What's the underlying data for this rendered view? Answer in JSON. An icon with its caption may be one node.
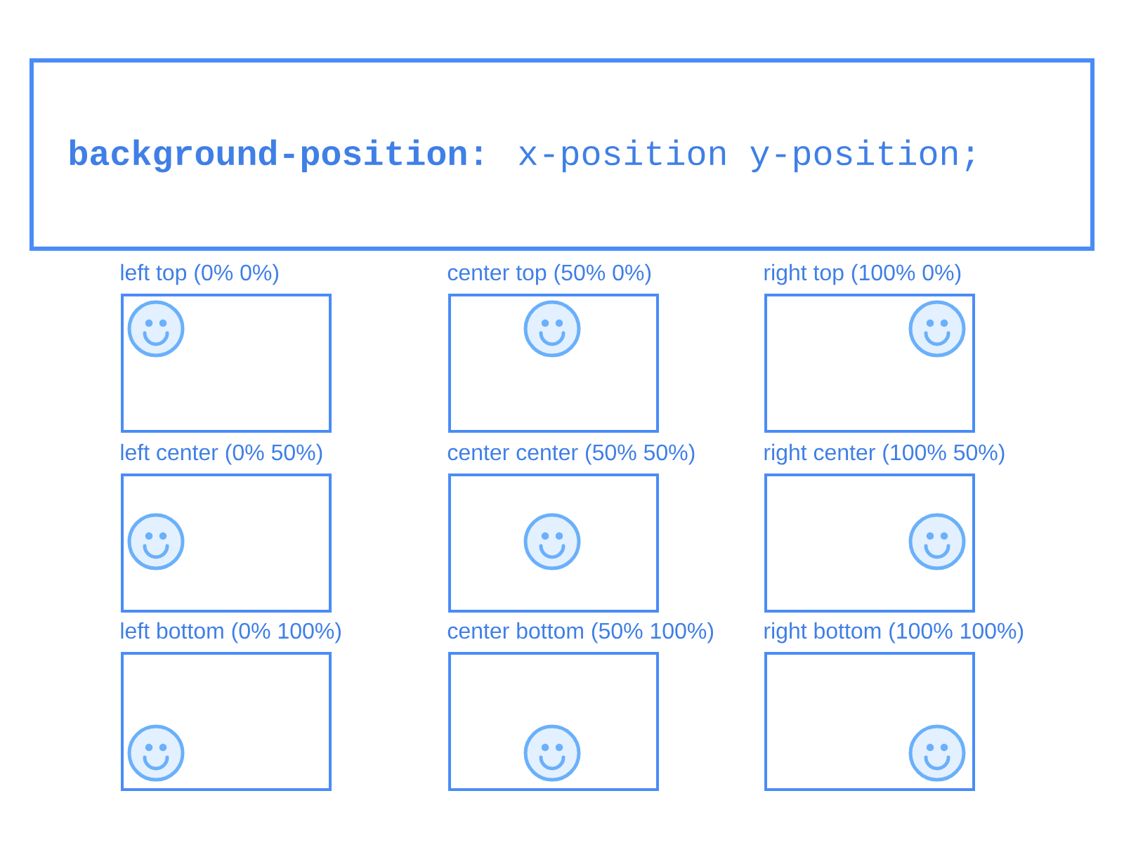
{
  "diagram": {
    "nodes": [
      {
        "text": [
          "**background-position:** x-position y-position;"
        ]
      },
      {
        "text": [
          "left top (0% 0%)"
        ]
      },
      {
        "text": [
          "center top (50% 0%)"
        ]
      },
      {
        "text": [
          "right top (100% 0%)"
        ]
      },
      {
        "text": [
          "left center (0% 50%)"
        ]
      },
      {
        "text": [
          "center center (50% 50%)"
        ]
      },
      {
        "text": [
          "right center (100% 50%)"
        ]
      },
      {
        "text": [
          "left bottom (0% 100%)"
        ]
      },
      {
        "text": [
          "center bottom (50% 100%)"
        ]
      },
      {
        "text": [
          "right bottom (100% 100%)"
        ]
      }
    ]
  }
}
